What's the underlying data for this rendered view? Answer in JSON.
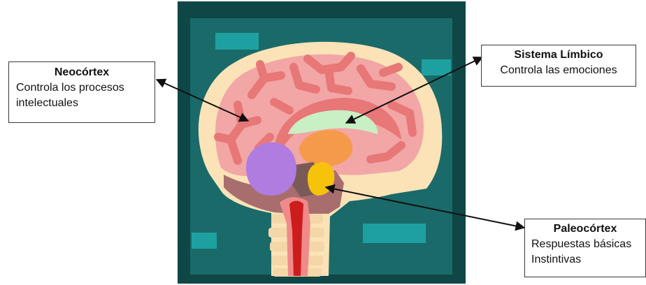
{
  "callouts": {
    "neocortex": {
      "title": "Neocórtex",
      "line1": "Controla los procesos",
      "line2": "intelectuales"
    },
    "limbico": {
      "title": "Sistema Límbico",
      "line1": "Controla las emociones"
    },
    "paleocortex": {
      "title": "Paleocórtex",
      "line1": "Respuestas básicas",
      "line2": "Instintivas"
    }
  },
  "colors": {
    "frame": "#0f4747",
    "panel": "#1a6a6a",
    "panel_accent": "#1fa0a0",
    "skull": "#fbe3b7",
    "cortex": "#f2a6a6",
    "gyri": "#e87777",
    "limbic_green": "#c9efc4",
    "thalamus_orange": "#f59a4a",
    "cerebellum_purple": "#b07ce0",
    "pituitary_yellow": "#f7c20a",
    "brainstem_red": "#cc1c1c",
    "spine_bones": "#f4d7a8",
    "arrow": "#111111"
  },
  "icons": [
    "brain-illustration",
    "arrow-icon"
  ]
}
